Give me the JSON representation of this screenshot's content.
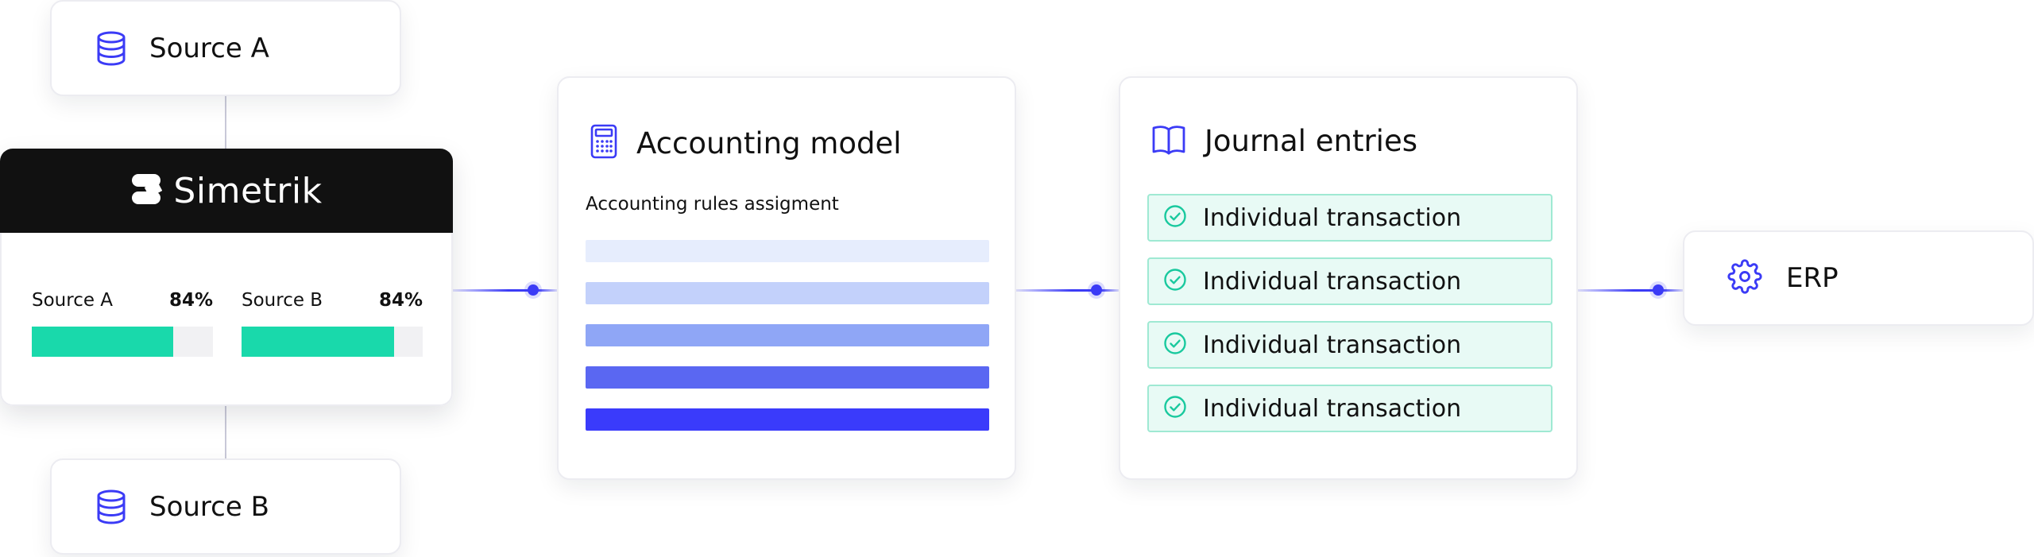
{
  "colors": {
    "accent": "#3b3bf6",
    "progress": "#19d9ab",
    "header": "#111111",
    "transaction_bg": "#e8faf5",
    "transaction_border": "#9fe9d3"
  },
  "source_a": {
    "label": "Source A",
    "icon": "database-icon"
  },
  "source_b": {
    "label": "Source B",
    "icon": "database-icon"
  },
  "simetrik": {
    "brand": "Simetrik",
    "metrics": [
      {
        "name": "Source A",
        "percent_label": "84%",
        "progress": 0.78
      },
      {
        "name": "Source B",
        "percent_label": "84%",
        "progress": 0.84
      }
    ]
  },
  "accounting": {
    "title": "Accounting model",
    "icon": "calculator-icon",
    "subtitle": "Accounting rules assigment",
    "rule_colors": [
      "#e6edfd",
      "#c3d1fb",
      "#8fa6f6",
      "#5a67f2",
      "#3a3bfb"
    ]
  },
  "journal": {
    "title": "Journal entries",
    "icon": "open-book-icon",
    "entries": [
      "Individual transaction",
      "Individual transaction",
      "Individual transaction",
      "Individual transaction"
    ]
  },
  "erp": {
    "label": "ERP",
    "icon": "gear-icon"
  }
}
